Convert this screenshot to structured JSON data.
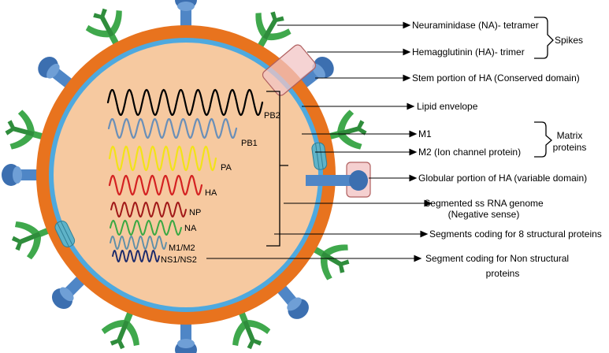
{
  "colors": {
    "envelope": "#e8731e",
    "membrane": "#4ea9df",
    "core": "#f6c9a0",
    "ha_spike": "#3fa84c",
    "na_spike": "#4f86c6",
    "highlight_box": "#f2c4c4"
  },
  "labels": {
    "na": "Neuraminidase (NA)- tetramer",
    "ha": "Hemagglutinin (HA)- trimer",
    "spikes": "Spikes",
    "stem": "Stem portion of HA (Conserved domain)",
    "lipid": "Lipid envelope",
    "m1": "M1",
    "m2": "M2 (Ion channel protein)",
    "matrix": [
      "Matrix",
      "proteins"
    ],
    "globular": "Globular portion of HA (variable domain)",
    "genome": [
      "Segmented ss RNA genome",
      "(Negative sense)"
    ],
    "structural": "Segments coding for 8 structural proteins",
    "nonstructural": [
      "Segment coding for Non structural",
      "proteins"
    ]
  },
  "segments": [
    {
      "name": "PB2",
      "color": "#000000"
    },
    {
      "name": "PB1",
      "color": "#6a8fb8"
    },
    {
      "name": "PA",
      "color": "#f2e21a"
    },
    {
      "name": "HA",
      "color": "#d42222"
    },
    {
      "name": "NP",
      "color": "#a01818"
    },
    {
      "name": "NA",
      "color": "#3aa843"
    },
    {
      "name": "M1/M2",
      "color": "#5f8fa8"
    },
    {
      "name": "NS1/NS2",
      "color": "#1b2a6b"
    }
  ]
}
